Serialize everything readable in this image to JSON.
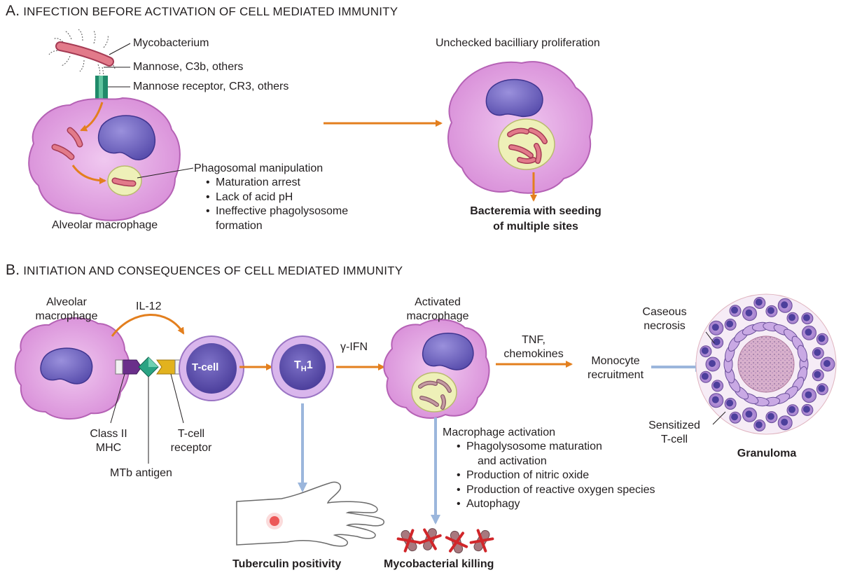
{
  "colors": {
    "cell_body": "#e2a8e2",
    "cell_edge": "#b562b5",
    "nucleus": "#6e64c2",
    "bacterium": "#e27a8a",
    "phagosome": "#eef0b8",
    "arrow_orange": "#e37f1e",
    "arrow_blue": "#9bb6dc",
    "receptor_green": "#1f8a6a",
    "mhc_purple": "#6a2f8a",
    "tcr_gold": "#e2b21e",
    "killing_red": "#d1262a"
  },
  "section_a": {
    "letter": "A.",
    "title": "INFECTION BEFORE ACTIVATION OF CELL MEDIATED IMMUNITY",
    "labels": {
      "mycobacterium": "Mycobacterium",
      "mannose": "Mannose, C3b, others",
      "receptor": "Mannose receptor, CR3, others",
      "alveolar_macrophage": "Alveolar macrophage",
      "phagosomal_title": "Phagosomal manipulation",
      "bullet_1": "Maturation arrest",
      "bullet_2": "Lack of acid pH",
      "bullet_3": "Ineffective phagolysosome",
      "bullet_3b": "formation",
      "unchecked": "Unchecked bacilliary proliferation",
      "bacteremia_1": "Bacteremia with seeding",
      "bacteremia_2": "of multiple sites"
    }
  },
  "section_b": {
    "letter": "B.",
    "title": "INITIATION AND CONSEQUENCES OF CELL MEDIATED IMMUNITY",
    "labels": {
      "alveolar_1": "Alveolar",
      "alveolar_2": "macrophage",
      "il12": "IL-12",
      "tcell": "T-cell",
      "th1_main": "T",
      "th1_sub": "H",
      "th1_suffix": "1",
      "gamma_ifn": "γ-IFN",
      "activated_1": "Activated",
      "activated_2": "macrophage",
      "tnf_1": "TNF,",
      "tnf_2": "chemokines",
      "monocyte_1": "Monocyte",
      "monocyte_2": "recruitment",
      "caseous_1": "Caseous",
      "caseous_2": "necrosis",
      "sensitized_1": "Sensitized",
      "sensitized_2": "T-cell",
      "granuloma": "Granuloma",
      "class2_1": "Class II",
      "class2_2": "MHC",
      "tcr_1": "T-cell",
      "tcr_2": "receptor",
      "mtb_antigen": "MTb antigen",
      "activation_title": "Macrophage activation",
      "act_1": "Phagolysosome maturation",
      "act_1b": "and activation",
      "act_2": "Production of nitric oxide",
      "act_3": "Production of reactive oxygen species",
      "act_4": "Autophagy",
      "tuberculin": "Tuberculin positivity",
      "killing": "Mycobacterial killing"
    }
  }
}
